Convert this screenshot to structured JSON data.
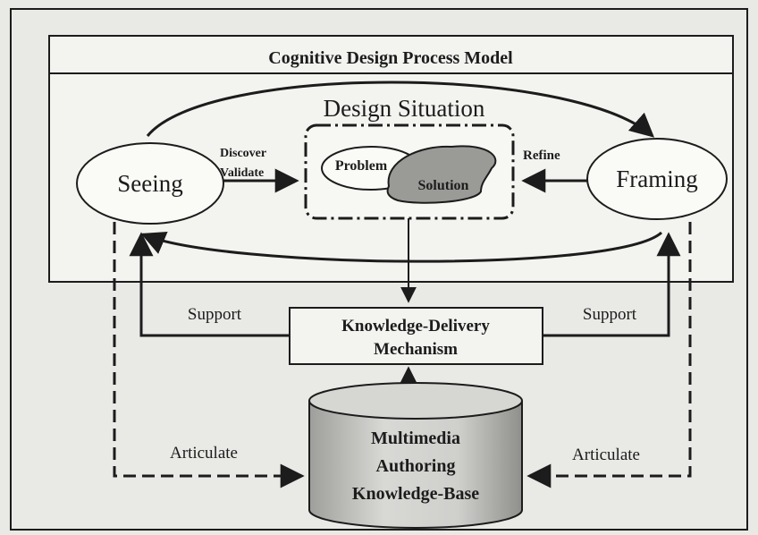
{
  "diagram": {
    "title": "Cognitive Design Process Model",
    "design_situation": "Design Situation",
    "seeing": "Seeing",
    "framing": "Framing",
    "problem": "Problem",
    "solution": "Solution",
    "discover": "Discover",
    "validate": "Validate",
    "refine": "Refine",
    "support_left": "Support",
    "support_right": "Support",
    "mechanism_line1": "Knowledge-Delivery",
    "mechanism_line2": "Mechanism",
    "kb_line1": "Multimedia",
    "kb_line2": "Authoring",
    "kb_line3": "Knowledge-Base",
    "articulate_left": "Articulate",
    "articulate_right": "Articulate"
  },
  "colors": {
    "background": "#e9e9e6",
    "line": "#1c1c1c",
    "box_fill": "#f3f3f0",
    "cylinder_fill": "#c9c9c6",
    "solution_fill": "#9a9a97"
  }
}
